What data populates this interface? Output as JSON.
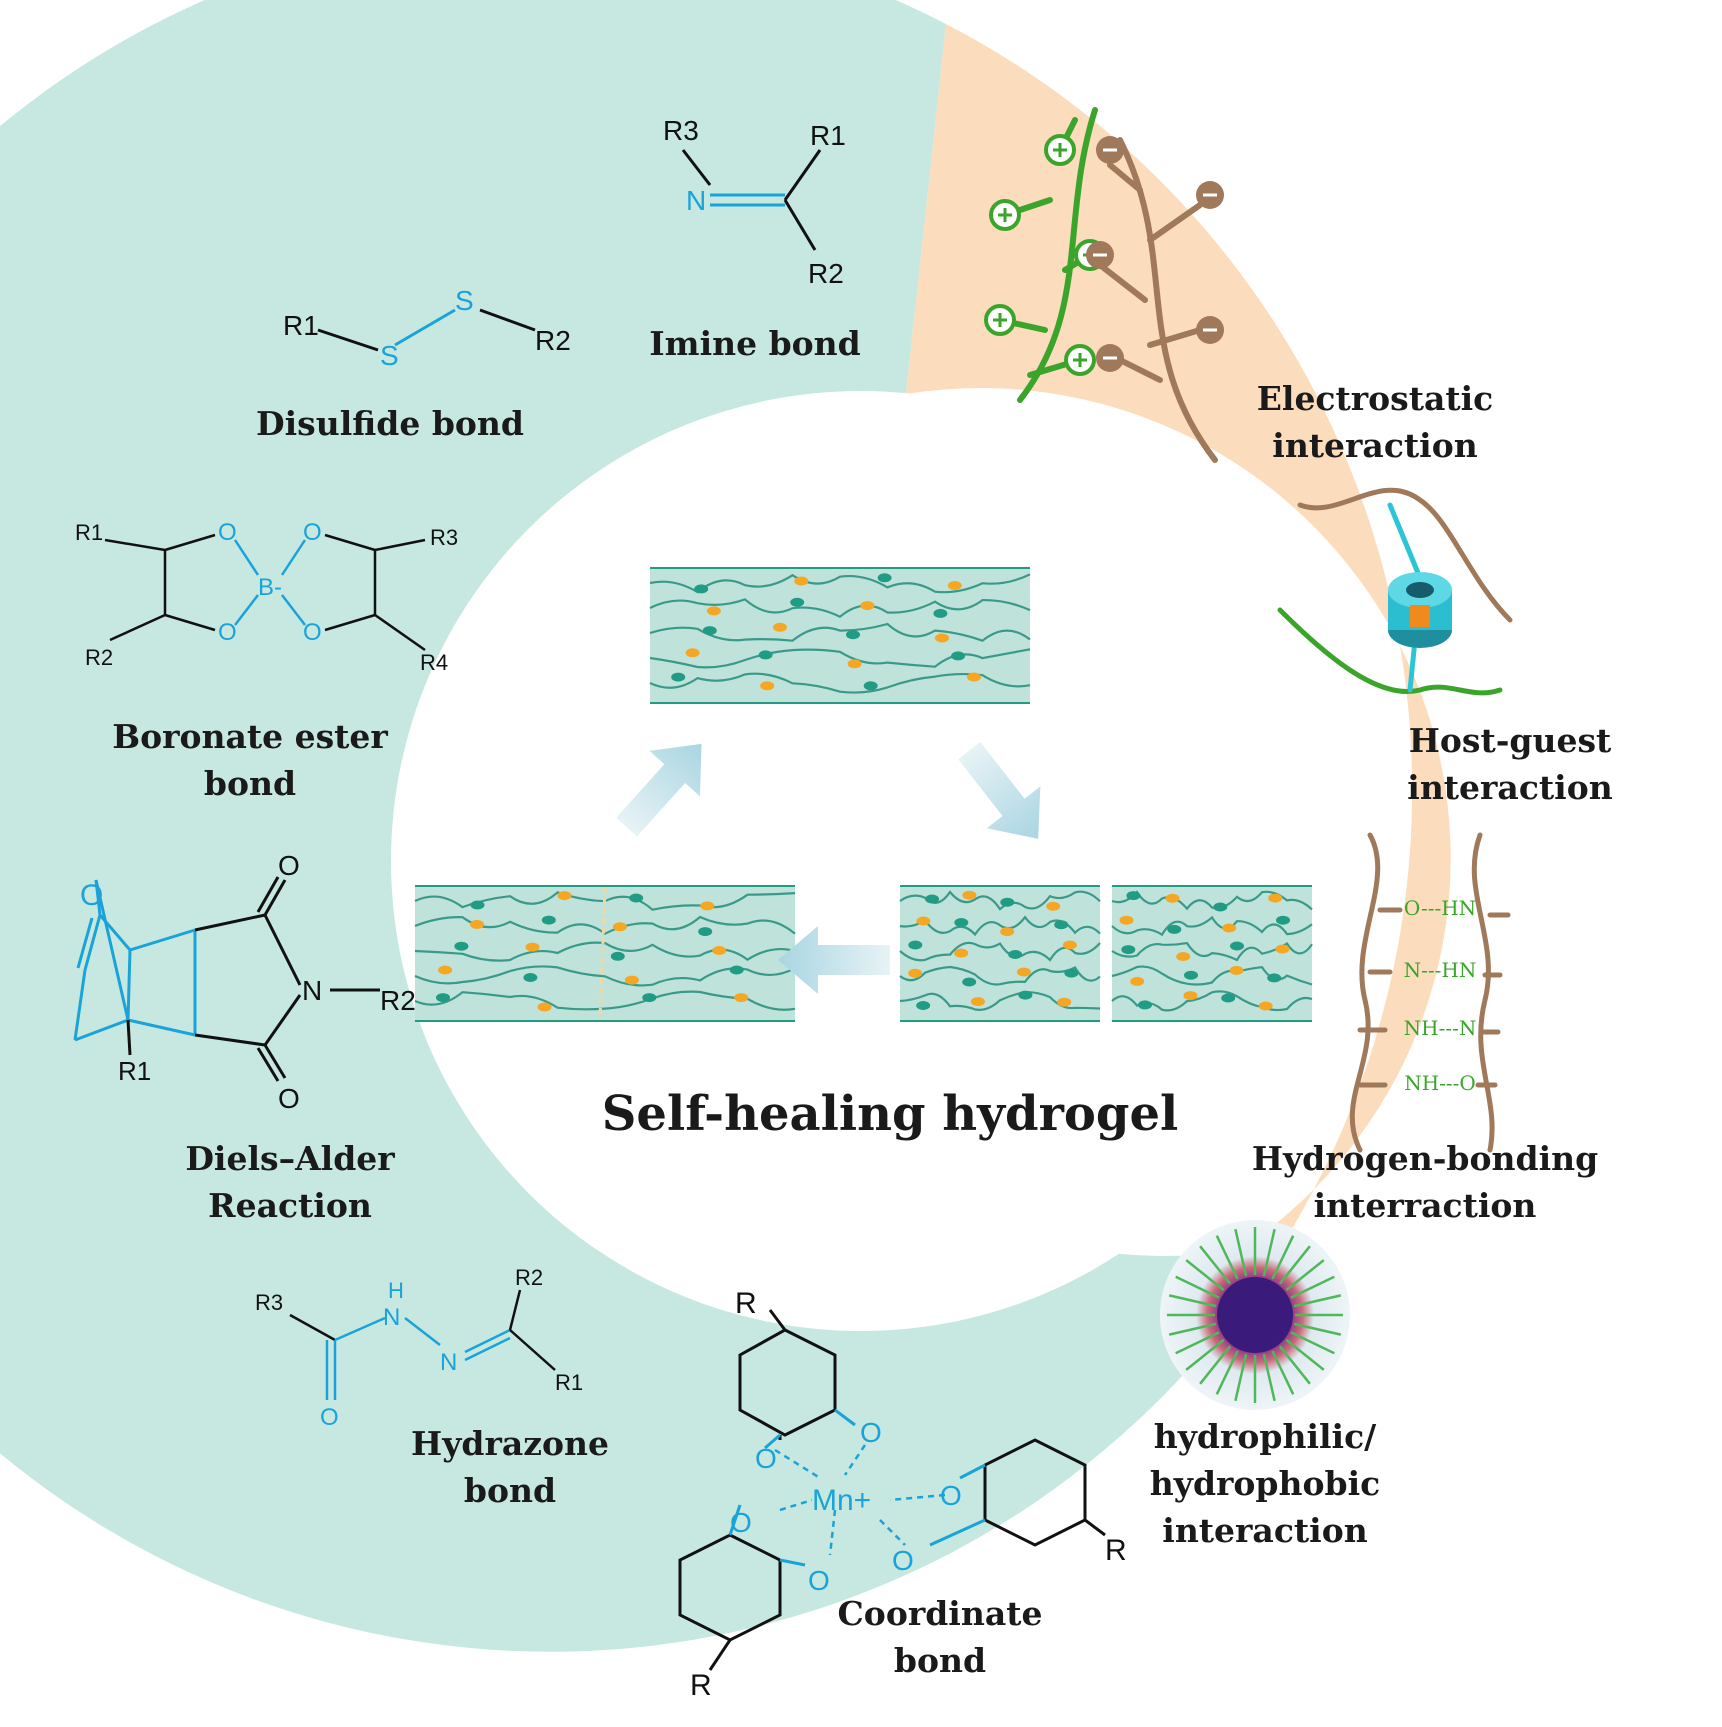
{
  "title": "Self-healing hydrogel",
  "colors": {
    "covalent_bg": "#c7e8e0",
    "noncovalent_bg": "#fbdcbc",
    "accent_blue": "#1aa3d9",
    "chain_green": "#3aa52a",
    "chain_brown": "#a0785a",
    "gel_bg": "#bfe3da",
    "gel_orange": "#f5a623",
    "gel_teal": "#1f9c83"
  },
  "covalent_bonds": {
    "imine": {
      "label": "Imine bond",
      "atoms": {
        "r3": "R3",
        "r1": "R1",
        "r2": "R2",
        "n": "N"
      }
    },
    "disulfide": {
      "label": "Disulfide bond",
      "atoms": {
        "r1": "R1",
        "s1": "S",
        "s2": "S",
        "r2": "R2"
      }
    },
    "boronate": {
      "label_line1": "Boronate ester",
      "label_line2": "bond",
      "atoms": {
        "r1": "R1",
        "r2": "R2",
        "r3": "R3",
        "r4": "R4",
        "o1": "O",
        "o2": "O",
        "o3": "O",
        "o4": "O",
        "b": "B-"
      }
    },
    "diels_alder": {
      "label_line1": "Diels–Alder",
      "label_line2": "Reaction",
      "atoms": {
        "o_bridge": "O",
        "o_top": "O",
        "o_bot": "O",
        "n": "N",
        "r2": "R2",
        "r1": "R1"
      }
    },
    "hydrazone": {
      "label_line1": "Hydrazone",
      "label_line2": "bond",
      "atoms": {
        "r3": "R3",
        "h": "H",
        "n1": "N",
        "n2": "N",
        "o": "O",
        "r2": "R2",
        "r1": "R1"
      }
    },
    "coordinate": {
      "label_line1": "Coordinate",
      "label_line2": "bond",
      "atoms": {
        "r_top": "R",
        "r_right": "R",
        "r_bottom": "R",
        "m": "Mn+",
        "o": "O"
      }
    }
  },
  "noncovalent_interactions": {
    "electrostatic": {
      "label_line1": "Electrostatic",
      "label_line2": "interaction"
    },
    "host_guest": {
      "label_line1": "Host-guest",
      "label_line2": "interaction"
    },
    "hydrogen_bonding": {
      "label_line1": "Hydrogen-bonding",
      "label_line2": "interraction",
      "pairs": [
        "O---HN",
        "N---HN",
        "NH---N",
        "NH---O"
      ]
    },
    "hydrophilic": {
      "label_line1": "hydrophilic/",
      "label_line2": "hydrophobic",
      "label_line3": "interaction"
    }
  }
}
